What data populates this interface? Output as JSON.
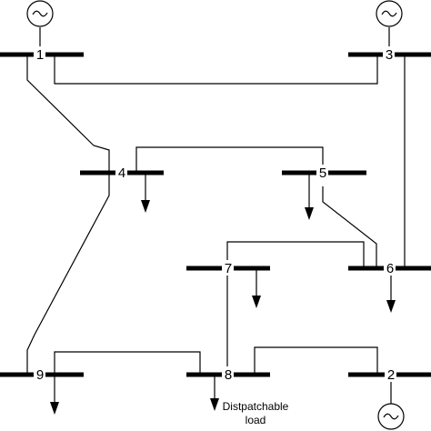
{
  "buses": [
    {
      "id": "1",
      "label": "1"
    },
    {
      "id": "3",
      "label": "3"
    },
    {
      "id": "4",
      "label": "4"
    },
    {
      "id": "5",
      "label": "5"
    },
    {
      "id": "7",
      "label": "7"
    },
    {
      "id": "6",
      "label": "6"
    },
    {
      "id": "9",
      "label": "9"
    },
    {
      "id": "8",
      "label": "8"
    },
    {
      "id": "2",
      "label": "2"
    }
  ],
  "generators": [
    {
      "bus": "1",
      "icon": "ac-generator-icon",
      "symbol": "~"
    },
    {
      "bus": "3",
      "icon": "ac-generator-icon",
      "symbol": "~"
    },
    {
      "bus": "2",
      "icon": "ac-generator-icon",
      "symbol": "~"
    }
  ],
  "loads": [
    {
      "bus": "4",
      "icon": "load-arrow-icon"
    },
    {
      "bus": "5",
      "icon": "load-arrow-icon"
    },
    {
      "bus": "7",
      "icon": "load-arrow-icon"
    },
    {
      "bus": "6",
      "icon": "load-arrow-icon"
    },
    {
      "bus": "9",
      "icon": "load-arrow-icon"
    },
    {
      "bus": "8",
      "icon": "load-arrow-icon",
      "dispatchable": true
    }
  ],
  "lines": [
    {
      "from": "1",
      "to": "3"
    },
    {
      "from": "1",
      "to": "4"
    },
    {
      "from": "4",
      "to": "9"
    },
    {
      "from": "4",
      "to": "5"
    },
    {
      "from": "5",
      "to": "6"
    },
    {
      "from": "3",
      "to": "6"
    },
    {
      "from": "6",
      "to": "8"
    },
    {
      "from": "8",
      "to": "2"
    },
    {
      "from": "8",
      "to": "9"
    }
  ],
  "annotation": {
    "line1": "Distpatchable",
    "line2": "load"
  }
}
